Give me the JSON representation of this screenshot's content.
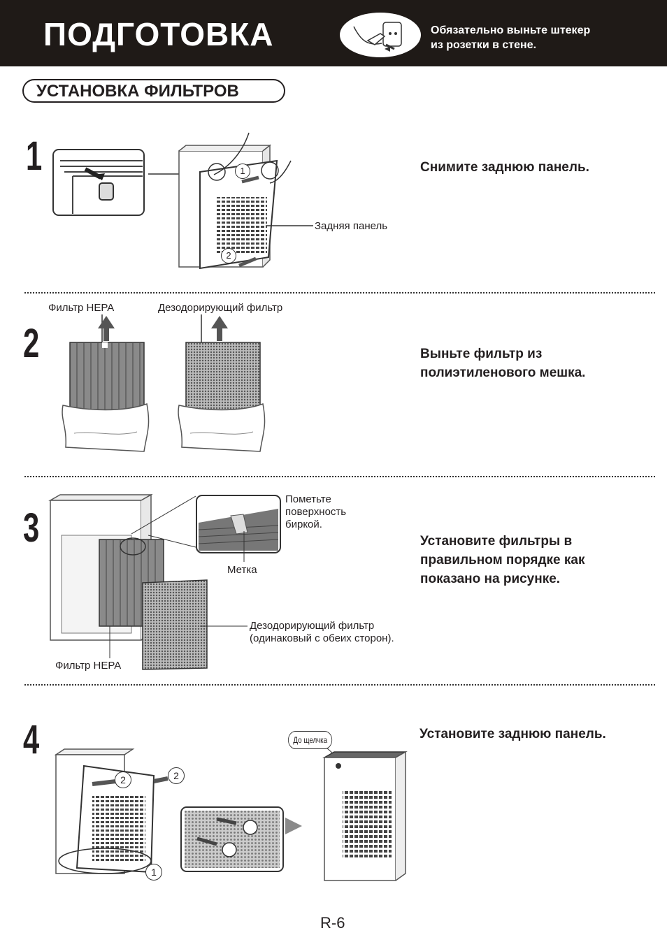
{
  "header": {
    "title": "ПОДГОТОВКА",
    "warning_line1": "Обязательно выньте штекер",
    "warning_line2": "из розетки в стене."
  },
  "section": {
    "title": "УСТАНОВКА ФИЛЬТРОВ"
  },
  "steps": [
    {
      "number": "1",
      "instruction_lines": [
        "Снимите заднюю панель."
      ],
      "labels": {
        "back_panel": "Задняя панель",
        "mark1": "1",
        "mark2": "2"
      }
    },
    {
      "number": "2",
      "instruction_lines": [
        "Выньте фильтр из",
        "полиэтиленового мешка."
      ],
      "labels": {
        "hepa": "Фильтр HEPA",
        "deodor": "Дезодорирующий фильтр"
      }
    },
    {
      "number": "3",
      "instruction_lines": [
        "Установите фильтры в",
        "правильном порядке как",
        "показано на рисунке."
      ],
      "labels": {
        "tag_lines": [
          "Пометьте",
          "поверхность",
          "биркой."
        ],
        "mark": "Метка",
        "deodor_lines": [
          "Дезодорирующий фильтр",
          "(одинаковый с обеих сторон)."
        ],
        "hepa": "Фильтр HEPA"
      }
    },
    {
      "number": "4",
      "instruction_lines": [
        "Установите заднюю панель."
      ],
      "labels": {
        "click": "До щелчка",
        "mark1": "1",
        "mark2": "2"
      }
    }
  ],
  "footer": {
    "page": "R-6"
  }
}
